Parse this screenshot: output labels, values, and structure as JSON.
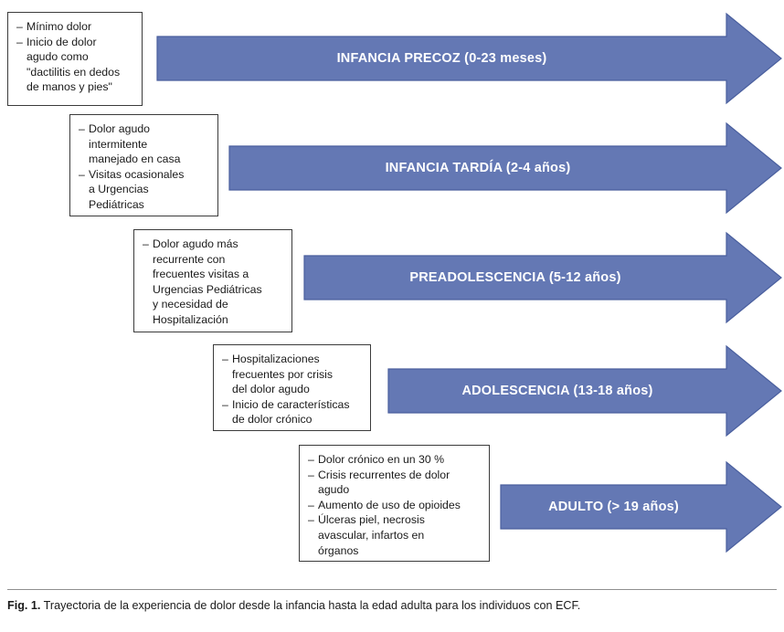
{
  "figure": {
    "caption_label": "Fig. 1.",
    "caption_text": "Trayectoria de la experiencia de dolor desde la infancia hasta la edad adulta para los individuos con ECF.",
    "arrow_color": "#6478b4",
    "arrow_outline_color": "#4a5f9e",
    "box_border_color": "#3b3b3b",
    "text_color": "#1a1a1a",
    "label_color": "#ffffff"
  },
  "stages": [
    {
      "arrow_label": "INFANCIA PRECOZ (0-23 meses)",
      "notes": [
        "Mínimo dolor",
        "Inicio de dolor agudo como \"dactilitis en dedos de manos y pies\""
      ],
      "note_lines": [
        "Mínimo dolor",
        "Inicio de dolor",
        "agudo como",
        "\"dactilitis en dedos",
        "de manos y pies\""
      ]
    },
    {
      "arrow_label": "INFANCIA TARDÍA (2-4 años)",
      "notes": [
        "Dolor agudo intermitente manejado en casa",
        "Visitas ocasionales a Urgencias Pediátricas"
      ],
      "note_lines": [
        "Dolor agudo",
        "intermitente",
        "manejado en casa",
        "Visitas ocasionales",
        "a Urgencias",
        "Pediátricas"
      ]
    },
    {
      "arrow_label": "PREADOLESCENCIA (5-12 años)",
      "notes": [
        "Dolor agudo más recurrente con frecuentes visitas a Urgencias Pediátricas y necesidad de Hospitalización"
      ],
      "note_lines": [
        "Dolor agudo más",
        "recurrente con",
        "frecuentes visitas a",
        "Urgencias Pediátricas",
        "y necesidad de",
        "Hospitalización"
      ]
    },
    {
      "arrow_label": "ADOLESCENCIA (13-18 años)",
      "notes": [
        "Hospitalizaciones frecuentes por crisis del dolor agudo",
        "Inicio de características de dolor crónico"
      ],
      "note_lines": [
        "Hospitalizaciones",
        "frecuentes por crisis",
        "del dolor agudo",
        "Inicio de características",
        "de dolor crónico"
      ]
    },
    {
      "arrow_label": "ADULTO (> 19 años)",
      "notes": [
        "Dolor crónico en un 30 %",
        "Crisis recurrentes de dolor agudo",
        "Aumento de uso de opioides",
        "Úlceras piel, necrosis avascular, infartos en órganos"
      ],
      "note_lines": [
        "Dolor crónico en un 30 %",
        "Crisis recurrentes de dolor",
        "agudo",
        "Aumento de uso de opioides",
        "Úlceras piel, necrosis",
        "avascular, infartos en",
        "órganos"
      ]
    }
  ]
}
